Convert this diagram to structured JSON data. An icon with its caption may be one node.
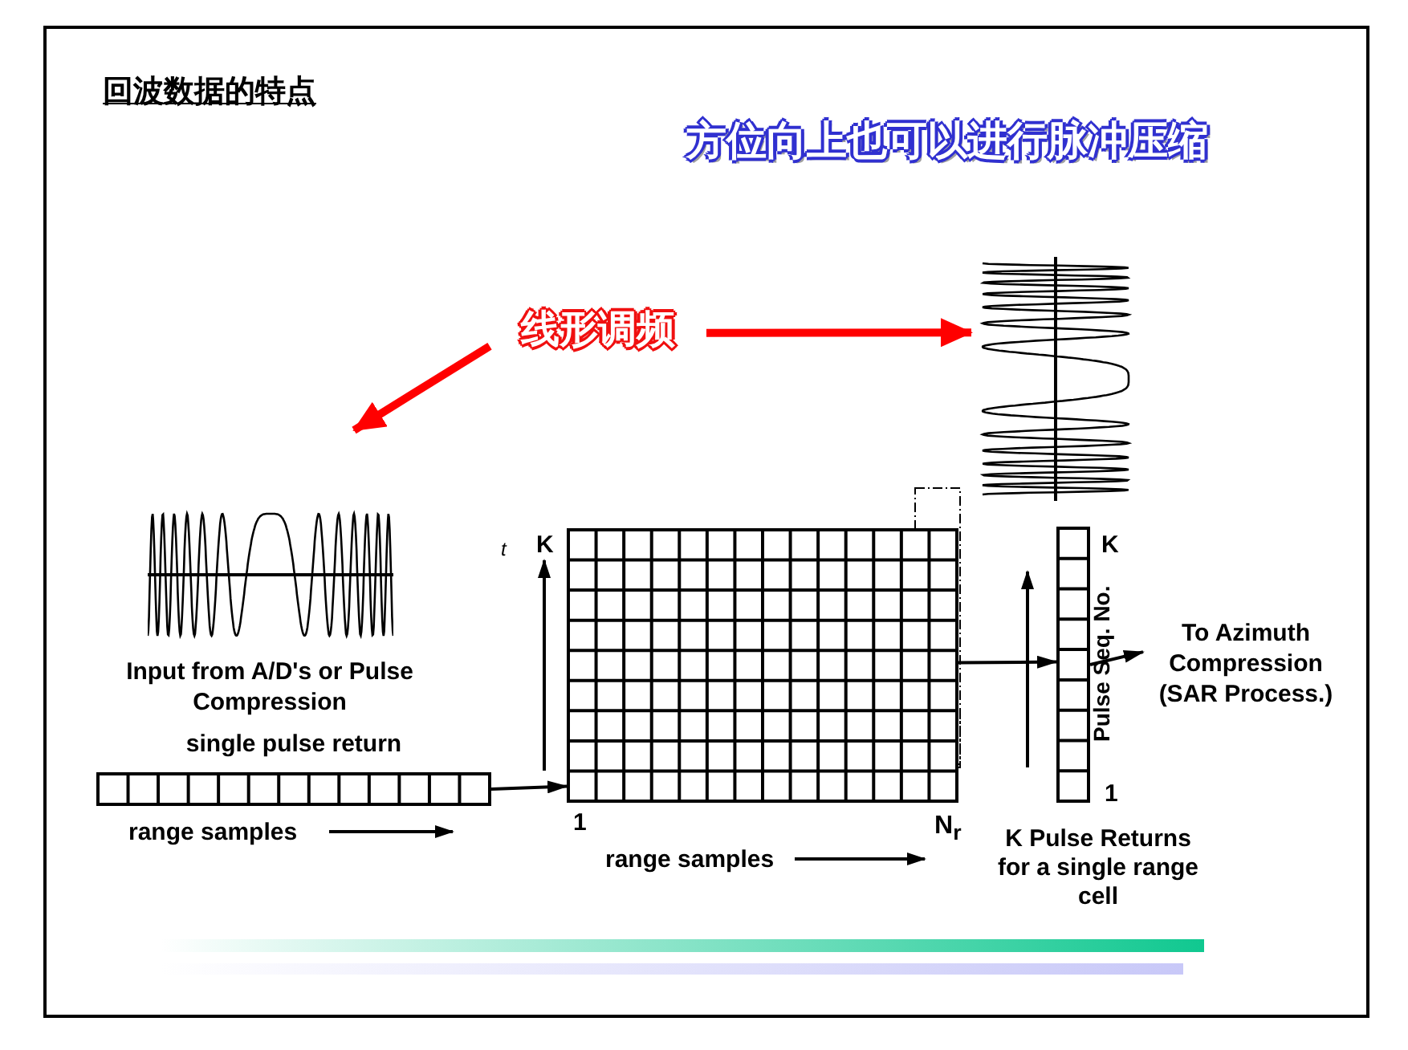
{
  "diagram": {
    "title": "回波数据的特点",
    "nodes": [
      {
        "text": [
          "线形调频"
        ]
      },
      {
        "text": [],
        "shape": "picture"
      },
      {
        "text": [],
        "shape": "picture"
      },
      {
        "text": [
          "single pulse return"
        ]
      },
      {
        "text": [],
        "shape": "grid"
      },
      {
        "text": [
          "K Pulse Returns for a single range cell"
        ]
      },
      {
        "text": [
          "To Azimuth Compression (SAR Process.)"
        ]
      }
    ],
    "edges": [
      {
        "from": 0,
        "to": 1,
        "arrow": "to",
        "style": "thick",
        "color": "#ff0000"
      },
      {
        "from": 0,
        "to": 2,
        "arrow": "to",
        "style": "thick",
        "color": "#ff0000"
      },
      {
        "from": 3,
        "to": 4,
        "arrow": "to"
      },
      {
        "from": 4,
        "to": 5,
        "arrow": "to"
      },
      {
        "from": 5,
        "to": 6,
        "arrow": "to"
      }
    ],
    "labels": [
      "方位向上也可以进行脉冲压缩",
      "t",
      "K",
      "K",
      "Pulse Seq. No.",
      "Input from A/D's or Pulse Compression",
      "1",
      "range samples",
      "1",
      "N$_{r}$",
      "range samples"
    ]
  }
}
